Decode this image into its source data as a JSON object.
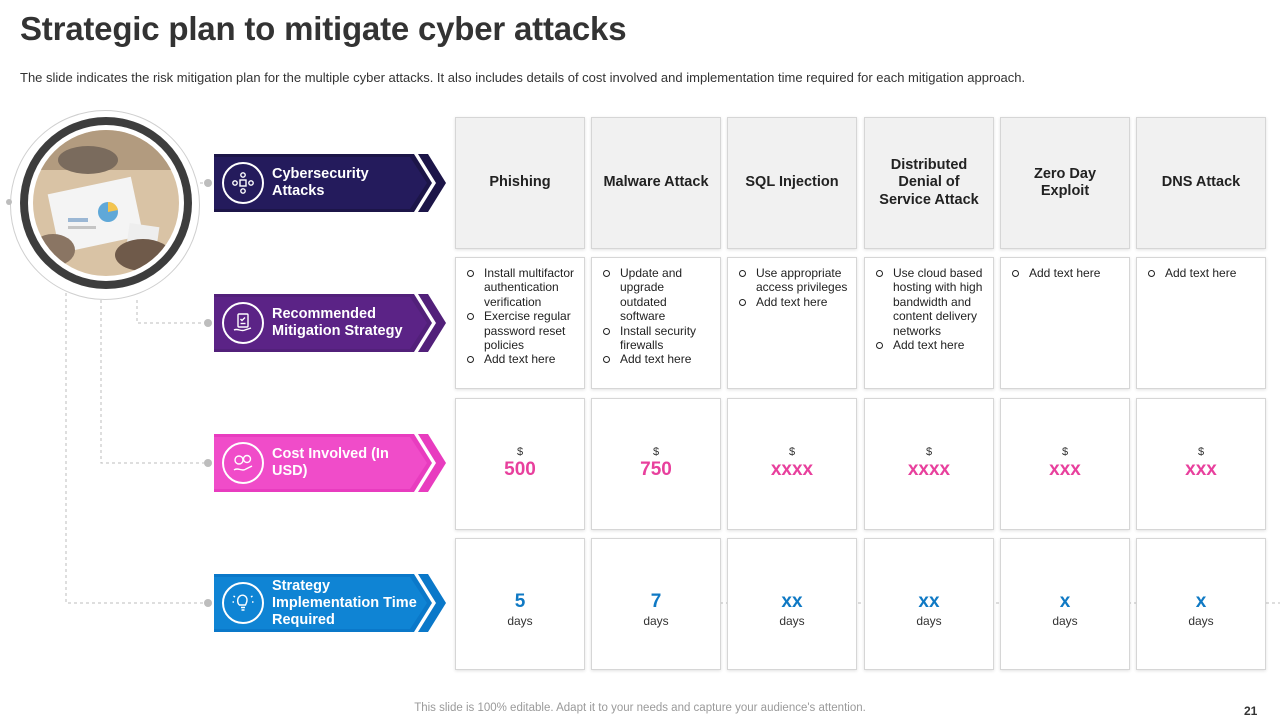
{
  "title": "Strategic plan to mitigate cyber attacks",
  "subtitle": "The slide indicates the risk mitigation plan for the multiple cyber attacks. It also includes details of cost involved and implementation time required for each mitigation approach.",
  "rows": [
    {
      "id": "attacks",
      "label": "Cybersecurity Attacks",
      "icon": "network-people-icon",
      "color": "#1c1548",
      "accent": "#241b5c"
    },
    {
      "id": "mitigation",
      "label": "Recommended Mitigation Strategy",
      "icon": "clipboard-hand-icon",
      "color": "#52207a",
      "accent": "#5b2386"
    },
    {
      "id": "cost",
      "label": "Cost Involved (In USD)",
      "icon": "money-hand-icon",
      "color": "#e83cbf",
      "accent": "#f04cc9"
    },
    {
      "id": "time",
      "label": "Strategy Implementation Time Required",
      "icon": "lightbulb-gear-icon",
      "color": "#0a78c9",
      "accent": "#0f84d4"
    }
  ],
  "columns": [
    {
      "attack": "Phishing",
      "strategies": [
        "Install multifactor authentication verification",
        "Exercise regular password reset policies",
        "Add text here"
      ],
      "cost_currency": "$",
      "cost": "500",
      "time": "5",
      "time_unit": "days"
    },
    {
      "attack": "Malware Attack",
      "strategies": [
        "Update and upgrade outdated software",
        "Install security firewalls",
        "Add text here"
      ],
      "cost_currency": "$",
      "cost": "750",
      "time": "7",
      "time_unit": "days"
    },
    {
      "attack": "SQL Injection",
      "strategies": [
        "Use appropriate access privileges",
        "Add text here"
      ],
      "cost_currency": "$",
      "cost": "xxxx",
      "time": "xx",
      "time_unit": "days"
    },
    {
      "attack": "Distributed Denial of Service Attack",
      "strategies": [
        "Use cloud based hosting with high bandwidth and content delivery networks",
        "Add text here"
      ],
      "cost_currency": "$",
      "cost": "xxxx",
      "time": "xx",
      "time_unit": "days"
    },
    {
      "attack": "Zero Day Exploit",
      "strategies": [
        "Add text here"
      ],
      "cost_currency": "$",
      "cost": "xxx",
      "time": "x",
      "time_unit": "days"
    },
    {
      "attack": "DNS Attack",
      "strategies": [
        "Add text here"
      ],
      "cost_currency": "$",
      "cost": "xxx",
      "time": "x",
      "time_unit": "days"
    }
  ],
  "colors": {
    "cost_value": "#e8409d",
    "time_value": "#0f79c4"
  },
  "footer": "This slide is 100% editable. Adapt it to your needs and capture your audience's attention.",
  "page_number": "21"
}
